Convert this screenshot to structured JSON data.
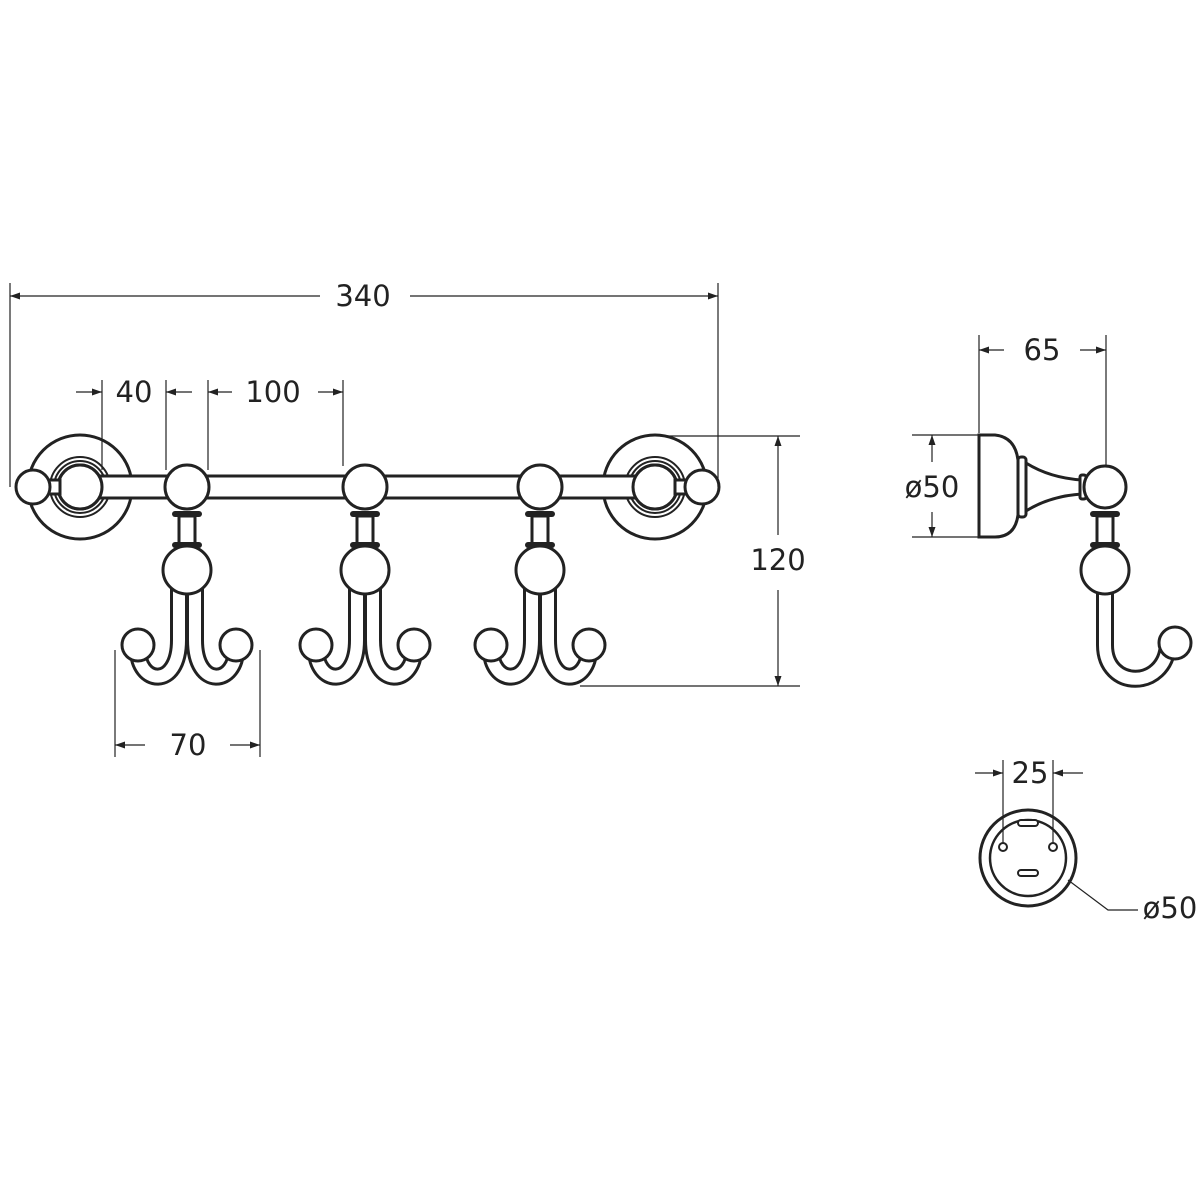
{
  "drawing": {
    "front_view": {
      "overall_length": "340",
      "end_to_first_hook": "40",
      "hook_spacing": "100",
      "hook_span": "70",
      "height": "120"
    },
    "side_view": {
      "projection": "65",
      "base_diameter": "ø50"
    },
    "base_view": {
      "hole_spacing": "25",
      "diameter": "ø50"
    },
    "line_color": "#222222"
  }
}
